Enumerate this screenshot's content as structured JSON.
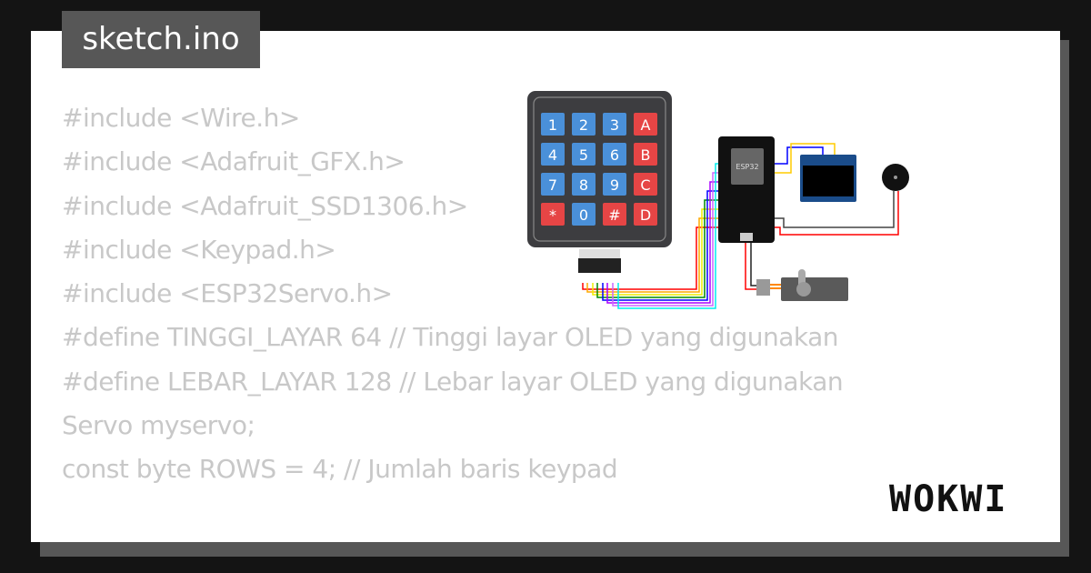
{
  "file_tab": {
    "title": "sketch.ino"
  },
  "code_lines": [
    "#include <Wire.h>",
    "#include <Adafruit_GFX.h>",
    "#include <Adafruit_SSD1306.h>",
    "#include <Keypad.h>",
    "#include <ESP32Servo.h>",
    "",
    "#define TINGGI_LAYAR 64 // Tinggi layar OLED yang digunakan",
    "#define LEBAR_LAYAR 128 // Lebar layar OLED yang digunakan",
    "",
    "Servo myservo;",
    "const byte ROWS = 4; // Jumlah baris keypad"
  ],
  "keypad": {
    "keys": [
      "1",
      "2",
      "3",
      "A",
      "4",
      "5",
      "6",
      "B",
      "7",
      "8",
      "9",
      "C",
      "*",
      "0",
      "#",
      "D"
    ],
    "digit_color": "#4a90d9",
    "letter_color": "#e64545"
  },
  "esp32": {
    "label": "ESP32"
  },
  "logo": {
    "text": "WOKWI"
  }
}
